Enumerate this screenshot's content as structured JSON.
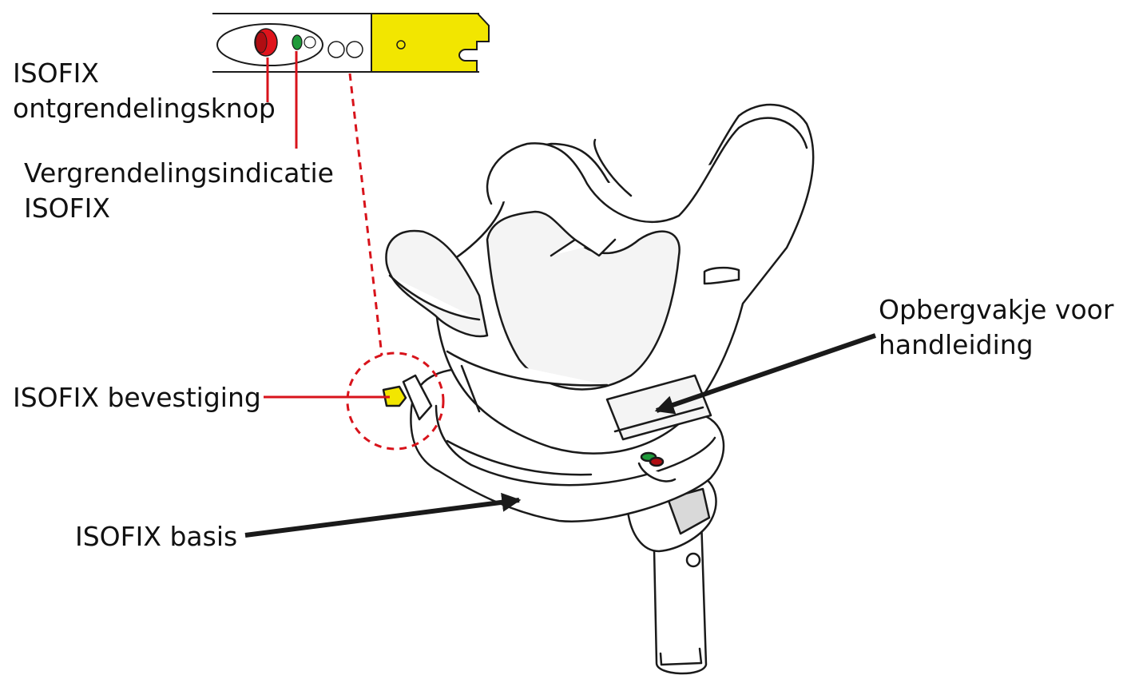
{
  "labels": {
    "release_button": [
      "ISOFIX",
      "ontgrendelingsknop"
    ],
    "lock_indicator": [
      "Vergrendelingsindicatie",
      "ISOFIX"
    ],
    "attachment": "ISOFIX bevestiging",
    "storage": [
      "Opbergvakje voor",
      "handleiding"
    ],
    "base": "ISOFIX basis"
  },
  "colors": {
    "release_button": "#e0141c",
    "lock_indicator": "#1f9a3a",
    "isofix_connector": "#f2e600",
    "callout_line": "#d8131b",
    "outline": "#1a1a1a",
    "seat_shading": "#d9d9d9"
  },
  "icons": {
    "release_button": "red-button-icon",
    "lock_indicator": "green-indicator-icon",
    "connector": "isofix-connector-icon"
  }
}
